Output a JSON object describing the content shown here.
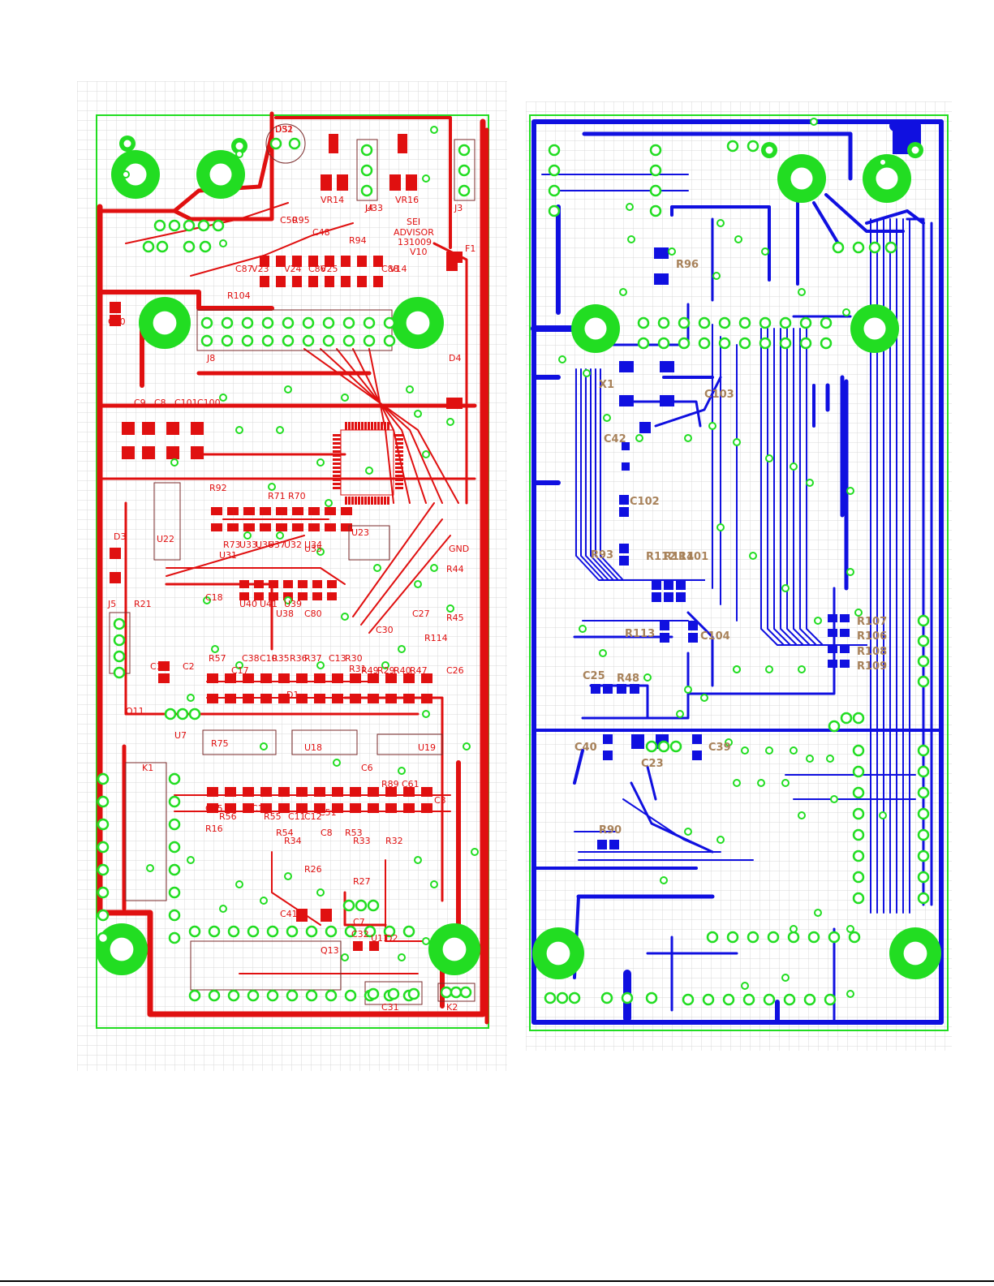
{
  "top_layer": {
    "colors": {
      "copper": "#e01010",
      "pad": "#22dd22",
      "outline": "#22dd22",
      "silk": "#7a2a2a"
    },
    "silkscreen_title": [
      "SEI",
      "ADVISOR",
      "131009",
      "V10"
    ],
    "labels": [
      "DS1",
      "J4",
      "J3",
      "VR14",
      "VR16",
      "R95",
      "C50",
      "C48",
      "R94",
      "F1",
      "C87",
      "V23",
      "V24",
      "C86",
      "V25",
      "C88",
      "V14",
      "R104",
      "C60",
      "J8",
      "D4",
      "C9",
      "C8",
      "C101",
      "C100",
      "R92",
      "R71",
      "R70",
      "D3",
      "U22",
      "R73",
      "U31",
      "U33",
      "U36",
      "U37",
      "U34",
      "U32",
      "U35",
      "U23",
      "GND",
      "R44",
      "R45",
      "J5",
      "R21",
      "C18",
      "U40",
      "U41",
      "U39",
      "U38",
      "C80",
      "C27",
      "C30",
      "R114",
      "R57",
      "C38",
      "C10",
      "R35",
      "R36",
      "R37",
      "C13",
      "R30",
      "R31",
      "R49",
      "R29",
      "R40",
      "R47",
      "C26",
      "C1",
      "C2",
      "C17",
      "D1",
      "Q11",
      "U7",
      "R75",
      "U18",
      "U19",
      "K1",
      "C6",
      "R89",
      "C61",
      "C3",
      "C15",
      "R56",
      "R16",
      "C14",
      "R55",
      "R54",
      "C11",
      "C12",
      "C51",
      "R34",
      "C8",
      "R53",
      "R33",
      "R26",
      "R27",
      "R32",
      "C41",
      "C7",
      "U11",
      "D2",
      "Q13",
      "C32",
      "C31",
      "K2",
      "U32",
      "U33"
    ]
  },
  "bottom_layer": {
    "colors": {
      "copper": "#1010e0",
      "pad": "#22dd22",
      "outline": "#22dd22",
      "label": "#a8825a"
    },
    "labels": [
      "R96",
      "X1",
      "C103",
      "C42",
      "C102",
      "R93",
      "R112",
      "R114",
      "R101",
      "R107",
      "R106",
      "R108",
      "R109",
      "R113",
      "C104",
      "C25",
      "R48",
      "C40",
      "C23",
      "C39",
      "R90"
    ]
  }
}
